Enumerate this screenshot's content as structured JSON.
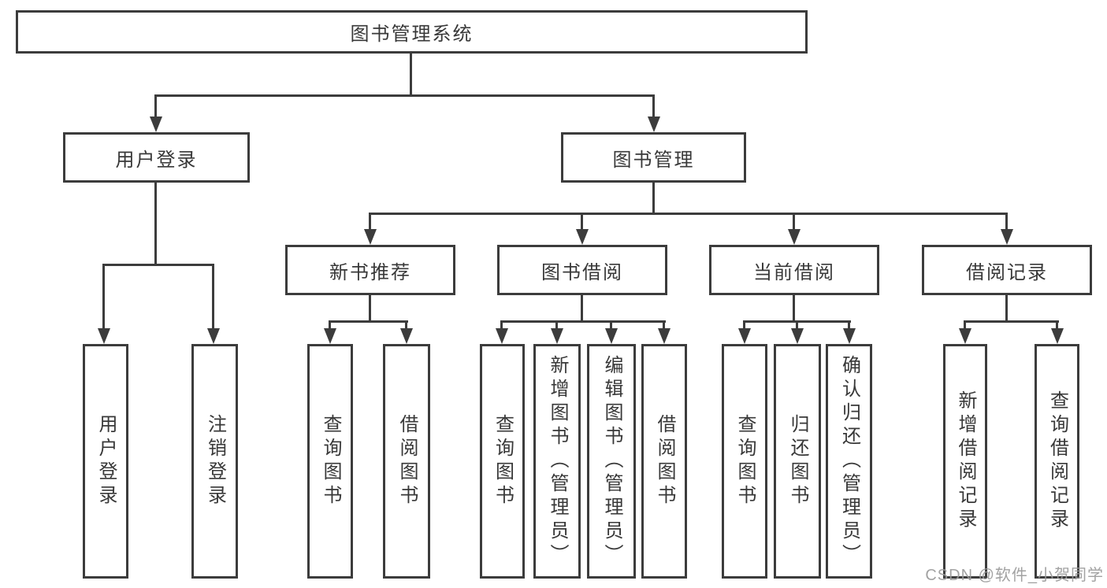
{
  "diagram": {
    "root": {
      "label": "图书管理系统"
    },
    "branches": [
      {
        "label": "用户登录",
        "children": [
          {
            "label": "用户登录"
          },
          {
            "label": "注销登录"
          }
        ]
      },
      {
        "label": "图书管理",
        "children": [
          {
            "label": "新书推荐",
            "children": [
              {
                "label": "查询图书"
              },
              {
                "label": "借阅图书"
              }
            ]
          },
          {
            "label": "图书借阅",
            "children": [
              {
                "label": "查询图书"
              },
              {
                "label": "新增图书（管理员）"
              },
              {
                "label": "编辑图书（管理员）"
              },
              {
                "label": "借阅图书"
              }
            ]
          },
          {
            "label": "当前借阅",
            "children": [
              {
                "label": "查询图书"
              },
              {
                "label": "归还图书"
              },
              {
                "label": "确认归还（管理员）"
              }
            ]
          },
          {
            "label": "借阅记录",
            "children": [
              {
                "label": "新增借阅记录"
              },
              {
                "label": "查询借阅记录"
              }
            ]
          }
        ]
      }
    ],
    "watermark": "CSDN @软件_小贺同学",
    "colors": {
      "line": "#3C3C3C",
      "text": "#383838",
      "watermark": "#9A9A9A",
      "background": "#FFFFFF"
    }
  }
}
